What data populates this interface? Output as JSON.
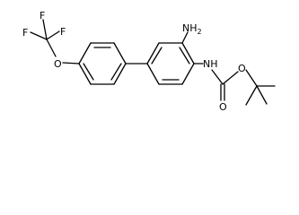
{
  "molecule": {
    "labels": {
      "f1": "F",
      "f2": "F",
      "f3": "F",
      "o_ether": "O",
      "nh2": "NH",
      "nh2_sub": "2",
      "nh": "NH",
      "o_carbonyl": "O",
      "o_ester": "O"
    }
  }
}
